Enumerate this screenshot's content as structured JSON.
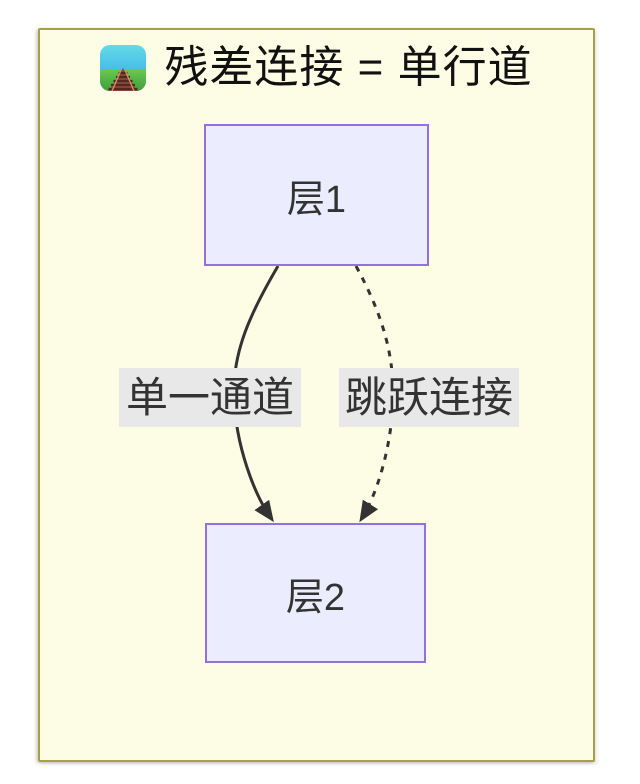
{
  "title": {
    "icon": "railway-track-icon",
    "text": "残差连接 = 单行道"
  },
  "diagram": {
    "nodes": [
      {
        "id": "layer1",
        "label": "层1"
      },
      {
        "id": "layer2",
        "label": "层2"
      }
    ],
    "edges": [
      {
        "from": "layer1",
        "to": "layer2",
        "label": "单一通道",
        "line_style": "solid"
      },
      {
        "from": "layer1",
        "to": "layer2",
        "label": "跳跃连接",
        "line_style": "dashed"
      }
    ]
  },
  "colors": {
    "canvas_background": "#fdfde5",
    "canvas_border": "#a6a23f",
    "node_fill": "#ececff",
    "node_border": "#9370db",
    "edge_stroke": "#333333",
    "edge_label_background": "#e8e8e8",
    "text": "#333333"
  }
}
